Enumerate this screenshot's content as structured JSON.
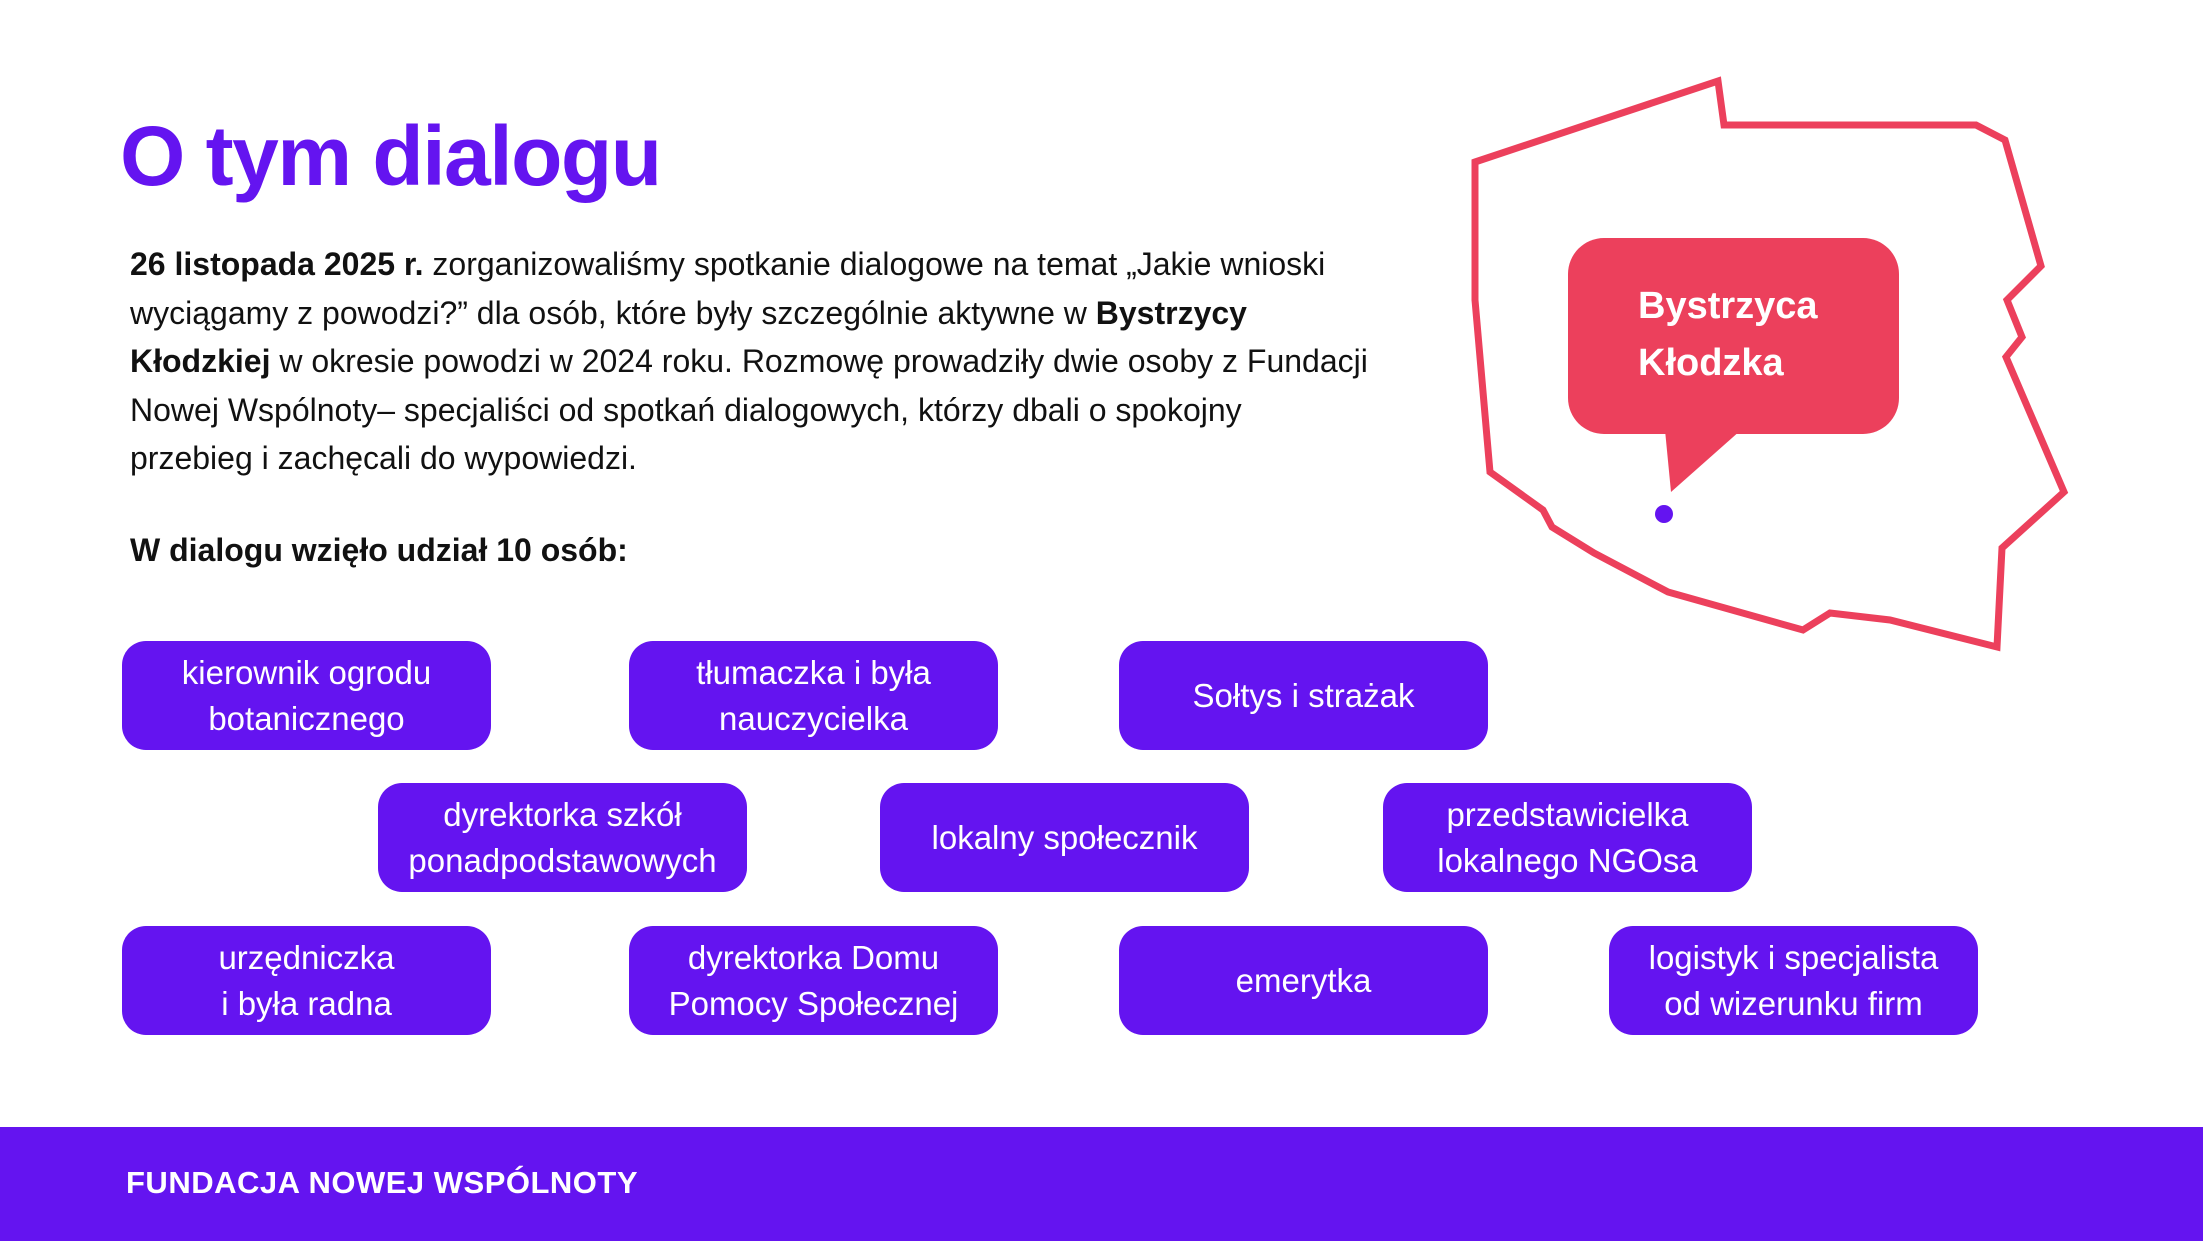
{
  "title": "O tym dialogu",
  "intro": {
    "date_bold": "26 listopada 2025 r.",
    "text_1": " zorganizowaliśmy spotkanie dialogowe na temat „Jakie wnioski wyciągamy z powodzi?” dla osób, które były szczególnie aktywne w ",
    "place_bold": "Bystrzycy Kłodzkiej",
    "text_2": " w okresie powodzi w 2024 roku. Rozmowę prowadziły dwie osoby z Fundacji Nowej Wspólnoty– specjaliści od spotkań dialogowych, którzy dbali o spokojny przebieg i zachęcali do wypowiedzi."
  },
  "participants_heading": "W dialogu wzięło udział 10 osób:",
  "participants": [
    {
      "line1": "kierownik ogrodu",
      "line2": "botanicznego"
    },
    {
      "line1": "tłumaczka i była",
      "line2": "nauczycielka"
    },
    {
      "line1": "Sołtys i strażak",
      "line2": ""
    },
    {
      "line1": "dyrektorka szkół",
      "line2": "ponadpodstawowych"
    },
    {
      "line1": "lokalny społecznik",
      "line2": ""
    },
    {
      "line1": "przedstawicielka",
      "line2": "lokalnego NGOsa"
    },
    {
      "line1": "urzędniczka",
      "line2": "i była radna"
    },
    {
      "line1": "dyrektorka Domu",
      "line2": "Pomocy Społecznej"
    },
    {
      "line1": "emerytka",
      "line2": ""
    },
    {
      "line1": "logistyk i specjalista",
      "line2": "od wizerunku firm"
    }
  ],
  "map_label": {
    "line1": "Bystrzyca",
    "line2": "Kłodzka"
  },
  "footer": {
    "logo_text": "FUNDACJA NOWEJ WSPÓLNOTY"
  },
  "colors": {
    "brand_purple": "#6414f0",
    "accent_red": "#ec405c",
    "background": "#ffffff"
  },
  "icons": {
    "map": "poland-map-outline",
    "pin": "location-dot"
  }
}
